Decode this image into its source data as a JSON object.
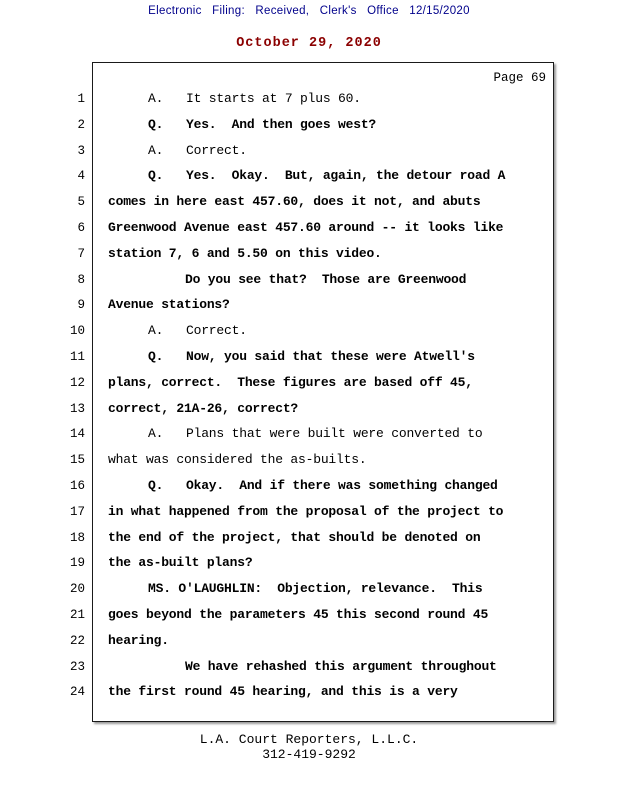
{
  "header": {
    "filing_line": "Electronic Filing: Received, Clerk's Office 12/15/2020",
    "date_line": "October 29, 2020"
  },
  "page": {
    "page_label": "Page 69",
    "lines": [
      {
        "num": "1",
        "indent": 1,
        "bold": false,
        "text": "A.   It starts at 7 plus 60."
      },
      {
        "num": "2",
        "indent": 1,
        "bold": true,
        "text": "Q.   Yes.  And then goes west?"
      },
      {
        "num": "3",
        "indent": 1,
        "bold": false,
        "text": "A.   Correct."
      },
      {
        "num": "4",
        "indent": 1,
        "bold": true,
        "text": "Q.   Yes.  Okay.  But, again, the detour road A"
      },
      {
        "num": "5",
        "indent": 0,
        "bold": true,
        "text": "comes in here east 457.60, does it not, and abuts"
      },
      {
        "num": "6",
        "indent": 0,
        "bold": true,
        "text": "Greenwood Avenue east 457.60 around -- it looks like"
      },
      {
        "num": "7",
        "indent": 0,
        "bold": true,
        "text": "station 7, 6 and 5.50 on this video."
      },
      {
        "num": "8",
        "indent": 2,
        "bold": true,
        "text": "Do you see that?  Those are Greenwood"
      },
      {
        "num": "9",
        "indent": 0,
        "bold": true,
        "text": "Avenue stations?"
      },
      {
        "num": "10",
        "indent": 1,
        "bold": false,
        "text": "A.   Correct."
      },
      {
        "num": "11",
        "indent": 1,
        "bold": true,
        "text": "Q.   Now, you said that these were Atwell's"
      },
      {
        "num": "12",
        "indent": 0,
        "bold": true,
        "text": "plans, correct.  These figures are based off 45,"
      },
      {
        "num": "13",
        "indent": 0,
        "bold": true,
        "text": "correct, 21A-26, correct?"
      },
      {
        "num": "14",
        "indent": 1,
        "bold": false,
        "text": "A.   Plans that were built were converted to"
      },
      {
        "num": "15",
        "indent": 0,
        "bold": false,
        "text": "what was considered the as-builts."
      },
      {
        "num": "16",
        "indent": 1,
        "bold": true,
        "text": "Q.   Okay.  And if there was something changed"
      },
      {
        "num": "17",
        "indent": 0,
        "bold": true,
        "text": "in what happened from the proposal of the project to"
      },
      {
        "num": "18",
        "indent": 0,
        "bold": true,
        "text": "the end of the project, that should be denoted on"
      },
      {
        "num": "19",
        "indent": 0,
        "bold": true,
        "text": "the as-built plans?"
      },
      {
        "num": "20",
        "indent": 1,
        "bold": true,
        "text": "MS. O'LAUGHLIN:  Objection, relevance.  This"
      },
      {
        "num": "21",
        "indent": 0,
        "bold": true,
        "text": "goes beyond the parameters 45 this second round 45"
      },
      {
        "num": "22",
        "indent": 0,
        "bold": true,
        "text": "hearing."
      },
      {
        "num": "23",
        "indent": 2,
        "bold": true,
        "text": "We have rehashed this argument throughout"
      },
      {
        "num": "24",
        "indent": 0,
        "bold": true,
        "text": "the first round 45 hearing, and this is a very"
      }
    ]
  },
  "footer": {
    "company": "L.A. Court Reporters, L.L.C.",
    "phone": "312-419-9292"
  },
  "colors": {
    "stamp_blue": "#00008b",
    "date_maroon": "#8b0000",
    "body_text": "#000000"
  }
}
